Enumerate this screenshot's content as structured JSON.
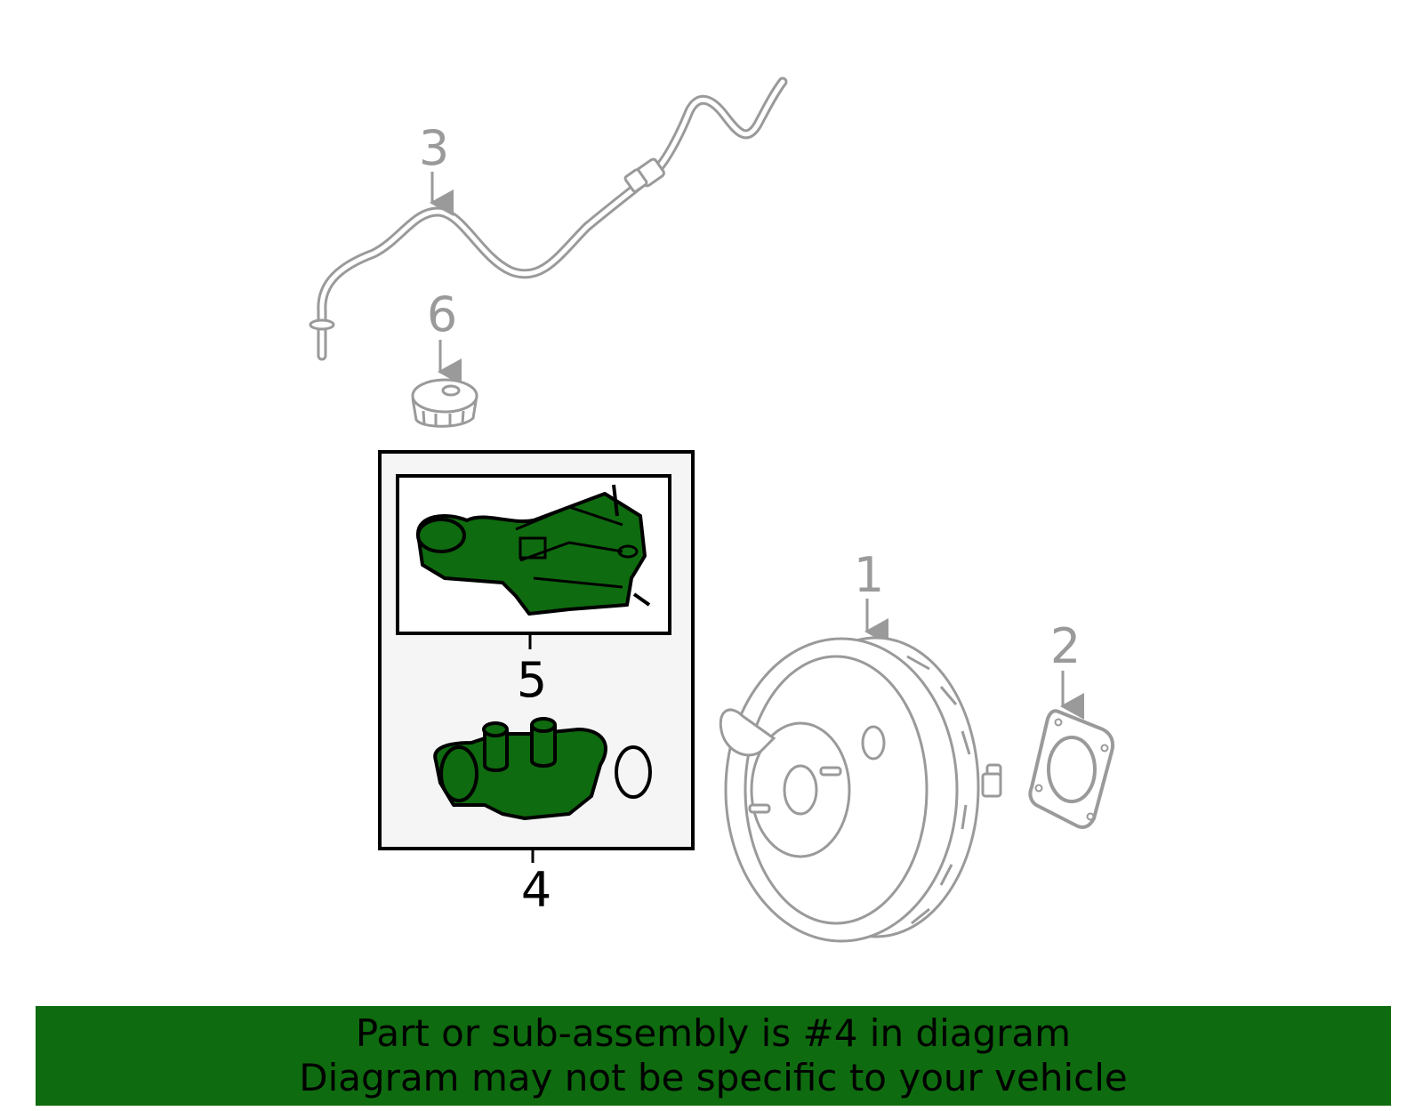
{
  "diagram": {
    "callouts": {
      "c1": "1",
      "c2": "2",
      "c3": "3",
      "c4": "4",
      "c5": "5",
      "c6": "6"
    },
    "colors": {
      "highlight": "#0f6b0f",
      "outline": "#9a9a9a",
      "boxFill": "#f5f5f5"
    }
  },
  "banner": {
    "line1": "Part or sub-assembly is #4 in diagram",
    "line2": "Diagram may not be specific to your vehicle"
  }
}
